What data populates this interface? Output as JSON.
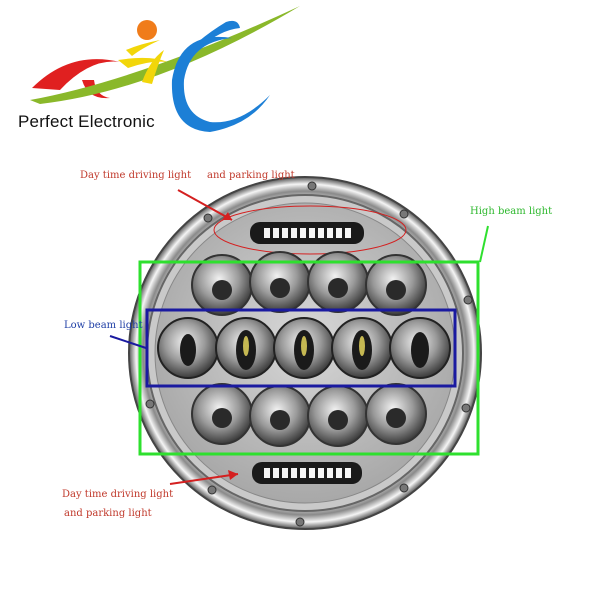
{
  "brand": {
    "name": "Perfect Electronic",
    "logo_icon": "swoosh-logo-icon",
    "colors": {
      "orange": "#f07c1a",
      "red": "#e02020",
      "yellow": "#f2d60a",
      "blue": "#1c7fd6",
      "green": "#8ab82a"
    }
  },
  "annotations": {
    "drl_top": {
      "line1": "Day time driving light",
      "line2": "and parking light"
    },
    "high_beam": "High beam light",
    "low_beam": "Low beam light",
    "drl_bottom": {
      "line1": "Day time driving light",
      "line2": "and parking light"
    }
  },
  "highlight_colors": {
    "high_beam_box": "#2ee02e",
    "low_beam_box": "#1a1aa0",
    "arrow_red": "#d42020"
  }
}
